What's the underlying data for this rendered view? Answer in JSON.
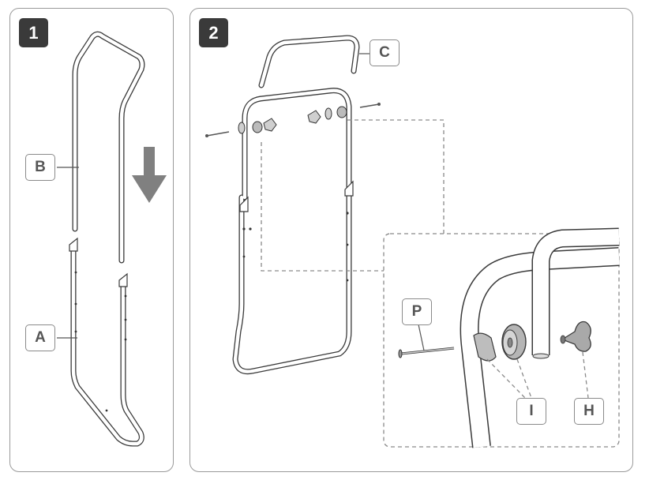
{
  "steps": [
    {
      "number": "1",
      "labels": {
        "b": "B",
        "a": "A"
      }
    },
    {
      "number": "2",
      "labels": {
        "c": "C",
        "p": "P",
        "i": "I",
        "h": "H"
      }
    }
  ],
  "icons": {
    "arrow": "down-arrow-icon"
  },
  "colors": {
    "badge": "#3a3a3a",
    "border": "#9a9a9a",
    "callout_text": "#555555",
    "arrow": "#808080"
  }
}
